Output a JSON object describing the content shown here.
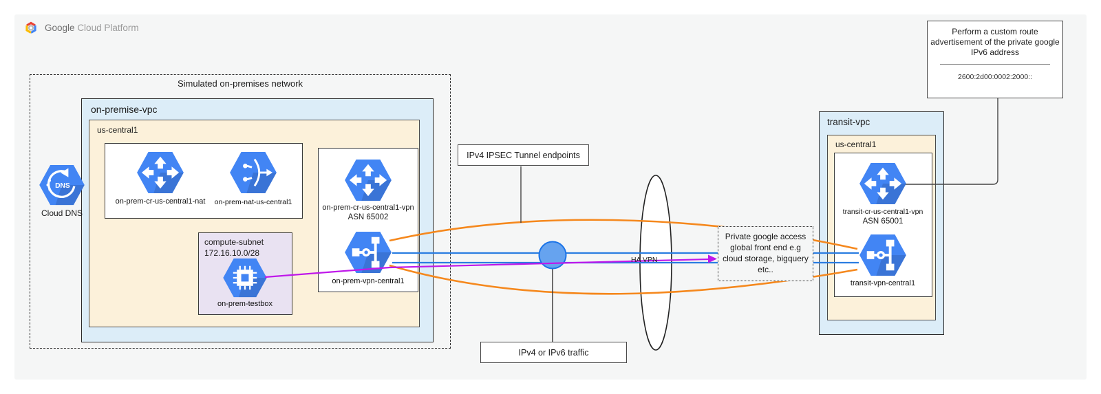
{
  "header": {
    "logo_google": "Google",
    "logo_platform": "Cloud Platform"
  },
  "onprem": {
    "container_label": "Simulated on-premises network",
    "vpc_label": "on-premise-vpc",
    "region_label": "us-central1",
    "router_nat_label": "on-prem-cr-us-central1-nat",
    "nat_label": "on-prem-nat-us-central1",
    "subnet_title": "compute-subnet",
    "subnet_cidr": "172.16.10.0/28",
    "testbox_label": "on-prem-testbox",
    "vpn_router_label": "on-prem-cr-us-central1-vpn",
    "vpn_router_asn": "ASN 65002",
    "vpn_gateway_label": "on-prem-vpn-central1"
  },
  "dns": {
    "label": "Cloud DNS",
    "glyph": "DNS"
  },
  "middle": {
    "ipsec_label": "IPv4 IPSEC Tunnel endpoints",
    "traffic_label": "IPv4 or IPv6 traffic",
    "havpn_label": "HA VPN",
    "pga": [
      "Private google access",
      "global front end e.g",
      "cloud storage, bigquery",
      "etc.."
    ]
  },
  "transit": {
    "vpc_label": "transit-vpc",
    "region_label": "us-central1",
    "router_label": "transit-cr-us-central1-vpn",
    "router_asn": "ASN 65001",
    "vpn_label": "transit-vpn-central1"
  },
  "callout": {
    "lines": [
      "Perform a custom route",
      "advertisement of the private google",
      "IPv6 address"
    ],
    "address": "2600:2d00:0002:2000::"
  },
  "colors": {
    "tunnel_orange": "#f5881d",
    "flow_blue": "#2a7de1",
    "flow_purple": "#bf18ea",
    "vpc_fill": "#dcedf8",
    "region_fill": "#fcf1da",
    "subnet_fill": "#e9e2f2",
    "icon_blue": "#4285f4",
    "circle_fill": "#66a3ef"
  }
}
